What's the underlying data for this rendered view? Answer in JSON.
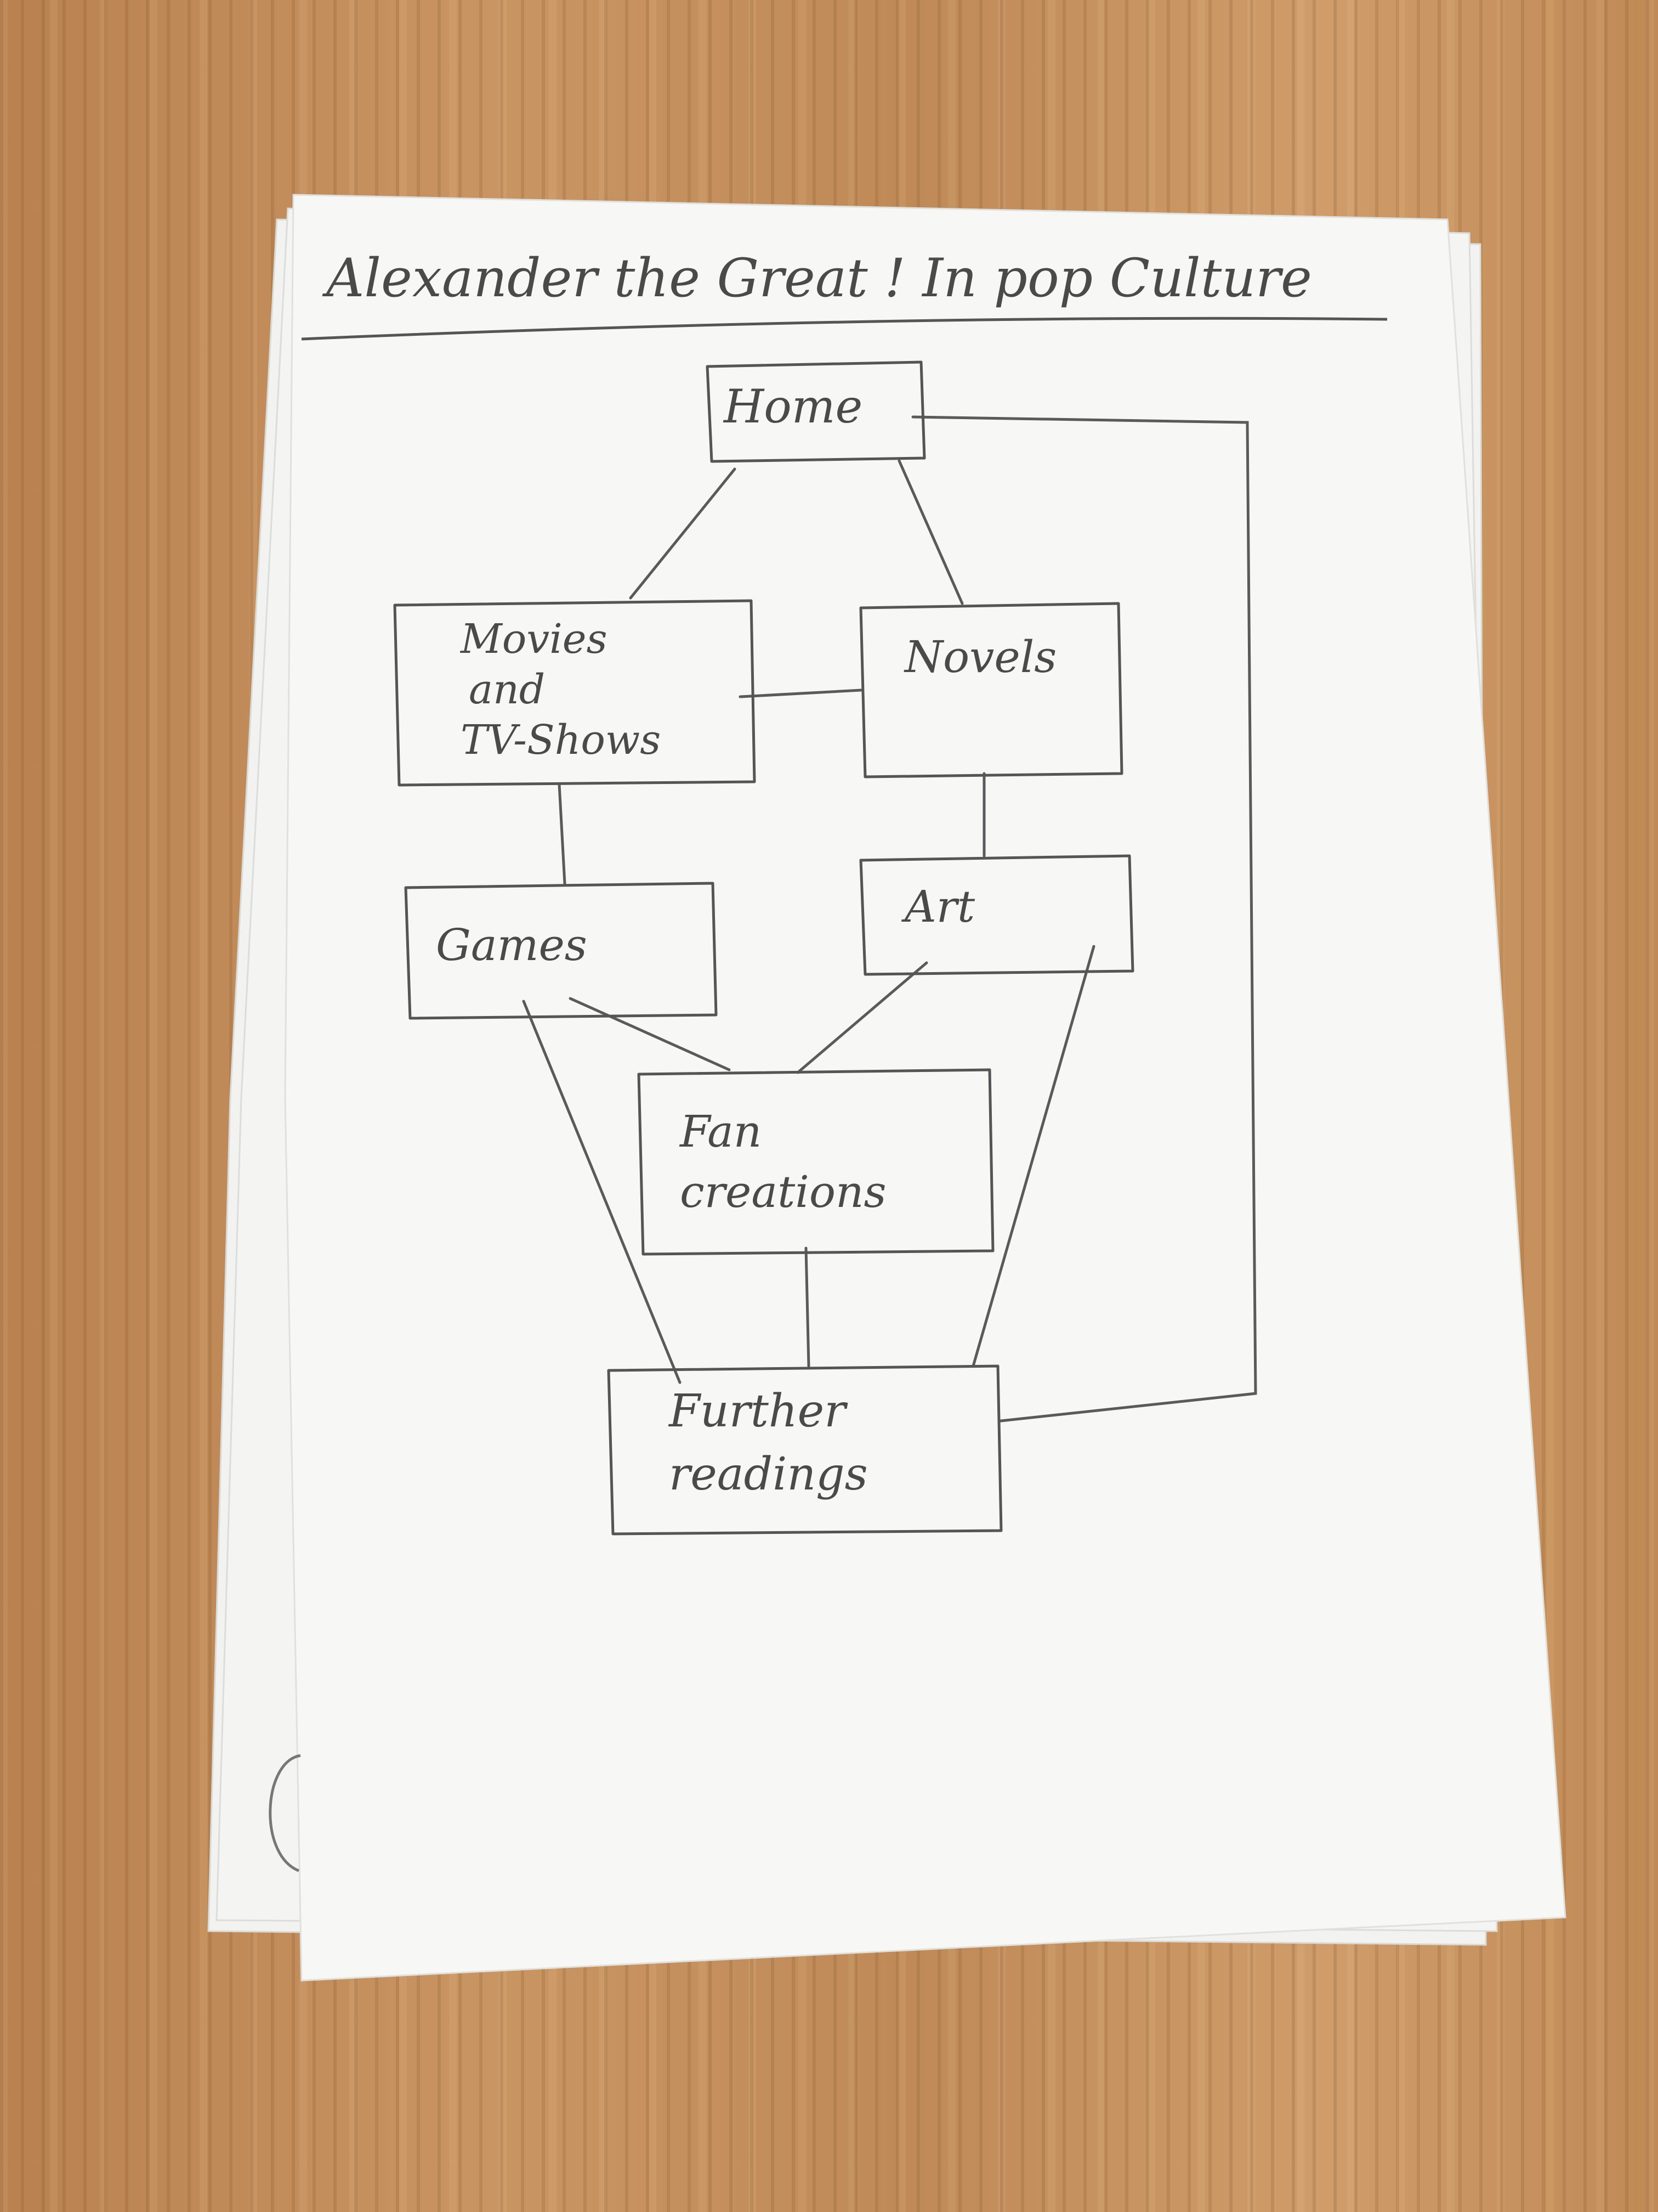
{
  "diagram": {
    "title": "Alexander the Great ! In pop Culture",
    "nodes": [
      {
        "id": "home",
        "lines": [
          "Home"
        ]
      },
      {
        "id": "movies",
        "lines": [
          "Movies",
          "and",
          "TV-Shows"
        ]
      },
      {
        "id": "novels",
        "lines": [
          "Novels"
        ]
      },
      {
        "id": "games",
        "lines": [
          "Games"
        ]
      },
      {
        "id": "art",
        "lines": [
          "Art"
        ]
      },
      {
        "id": "fan",
        "lines": [
          "Fan",
          "creations"
        ]
      },
      {
        "id": "further",
        "lines": [
          "Further",
          "readings"
        ]
      }
    ],
    "edges": [
      [
        "home",
        "movies"
      ],
      [
        "home",
        "novels"
      ],
      [
        "home",
        "further"
      ],
      [
        "movies",
        "novels"
      ],
      [
        "movies",
        "games"
      ],
      [
        "novels",
        "art"
      ],
      [
        "games",
        "fan"
      ],
      [
        "games",
        "further"
      ],
      [
        "art",
        "fan"
      ],
      [
        "art",
        "further"
      ],
      [
        "fan",
        "further"
      ]
    ]
  }
}
